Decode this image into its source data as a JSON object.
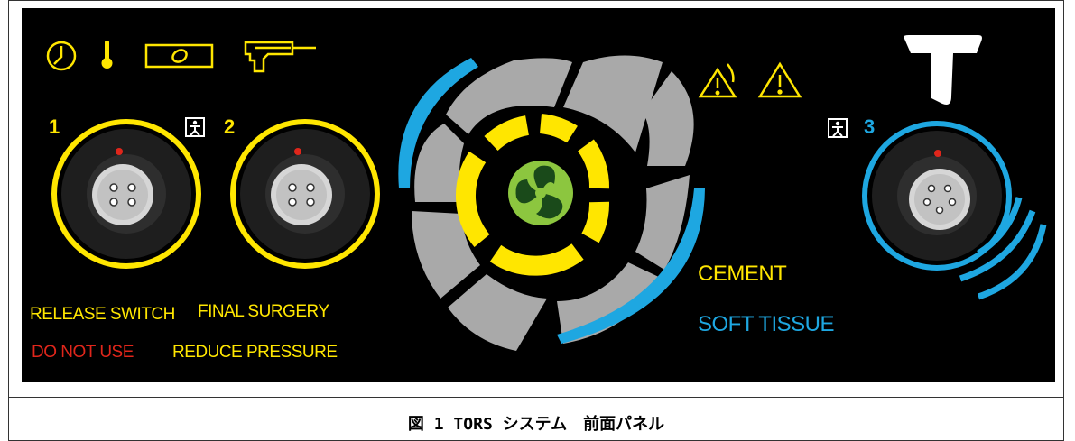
{
  "panel": {
    "ports": [
      {
        "number": "1",
        "color": "#ffe600",
        "pins": 4
      },
      {
        "number": "2",
        "color": "#ffe600",
        "pins": 4
      },
      {
        "number": "3",
        "color": "#1ea7e1",
        "pins": 5
      }
    ],
    "labels": {
      "release_switch": "RELEASE SWITCH",
      "final_surgery": "FINAL SURGERY",
      "do_not_use": "DO NOT USE",
      "reduce_pressure": "REDUCE PRESSURE",
      "cement": "CEMENT",
      "soft_tissue": "SOFT TISSUE"
    },
    "icons": [
      "clock-icon",
      "thermometer-icon",
      "foot-pedal-icon",
      "handpiece-icon",
      "caution-audible-icon",
      "caution-icon",
      "brand-t-logo",
      "bf-applied-part-icon"
    ],
    "colors": {
      "yellow": "#ffe600",
      "blue": "#1ea7e1",
      "red": "#e0261b",
      "gray": "#a9a9a9",
      "green": "#8cc63f",
      "panel": "#000000"
    }
  },
  "caption": "図 1 TORS システム　前面パネル"
}
